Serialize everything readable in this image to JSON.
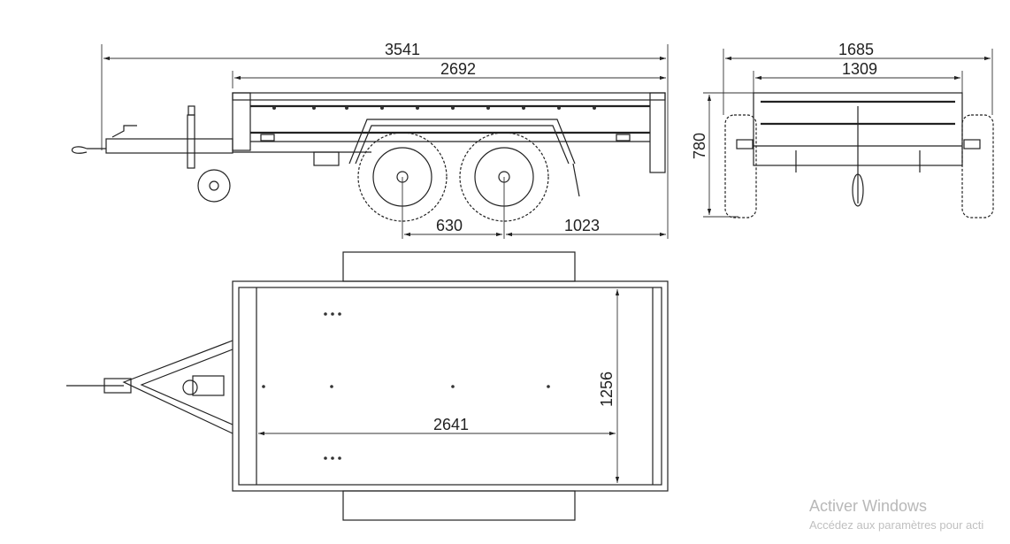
{
  "drawing": {
    "side_view": {
      "overall_length": "3541",
      "box_length": "2692",
      "axle_spacing": "630",
      "rear_overhang": "1023"
    },
    "rear_view": {
      "overall_width": "1685",
      "box_width": "1309",
      "box_height": "780"
    },
    "top_view": {
      "inner_length": "2641",
      "inner_width": "1256"
    }
  },
  "watermark": {
    "title": "Activer Windows",
    "subtitle": "Accédez aux paramètres pour acti"
  }
}
